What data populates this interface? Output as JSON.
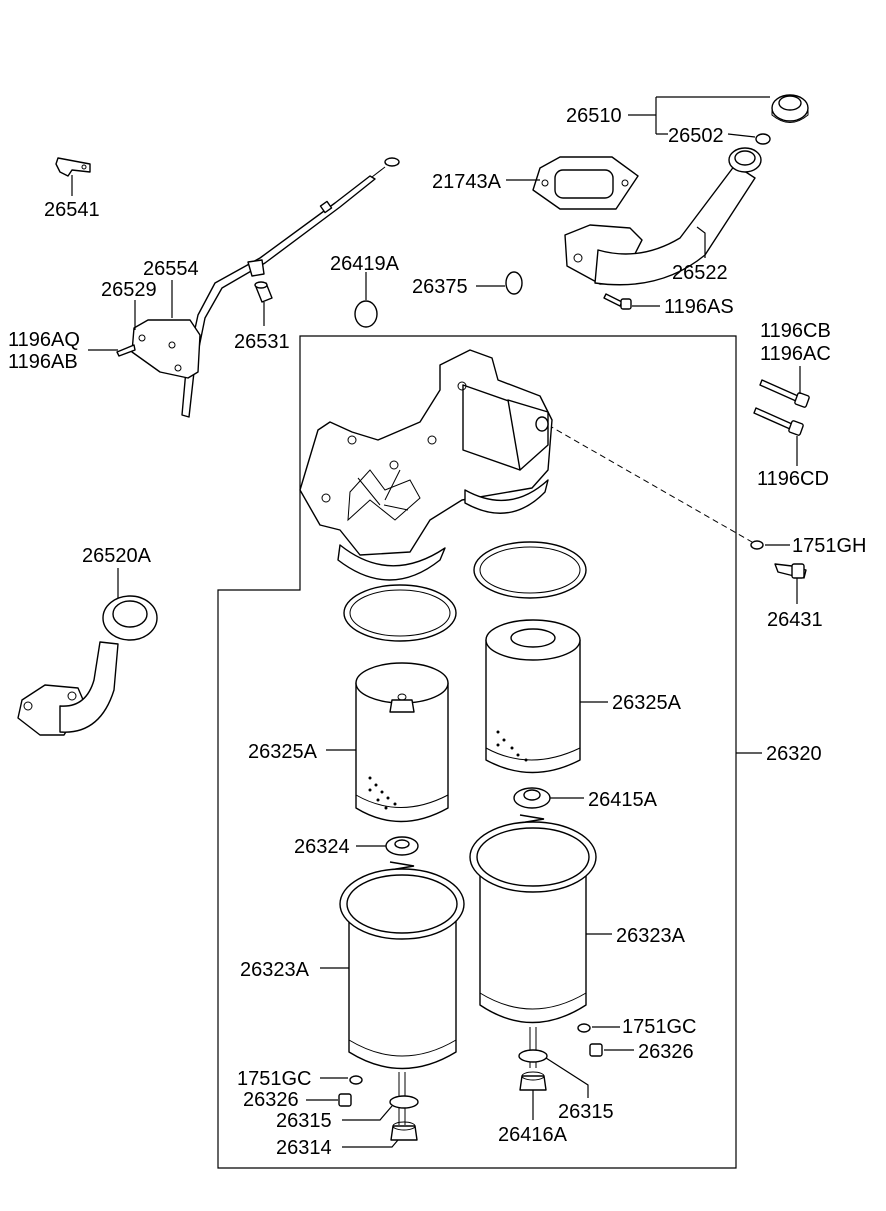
{
  "diagram": {
    "labels": {
      "p26510": "26510",
      "p26502": "26502",
      "p21743A": "21743A",
      "p26522": "26522",
      "p1196AS": "1196AS",
      "p26541": "26541",
      "p26554": "26554",
      "p26529": "26529",
      "p1196AQ": "1196AQ",
      "p1196AB": "1196AB",
      "p26531": "26531",
      "p26419A": "26419A",
      "p26375": "26375",
      "p1196CB": "1196CB",
      "p1196AC": "1196AC",
      "p1196CD": "1196CD",
      "p1751GH": "1751GH",
      "p26431": "26431",
      "p26520A": "26520A",
      "p26325A_right": "26325A",
      "p26325A_left": "26325A",
      "p26320": "26320",
      "p26415A": "26415A",
      "p26324": "26324",
      "p26323A_right": "26323A",
      "p26323A_left": "26323A",
      "p1751GC_right": "1751GC",
      "p26326_right": "26326",
      "p1751GC_left": "1751GC",
      "p26326_left": "26326",
      "p26315_left": "26315",
      "p26315_right": "26315",
      "p26314": "26314",
      "p26416A": "26416A"
    }
  }
}
